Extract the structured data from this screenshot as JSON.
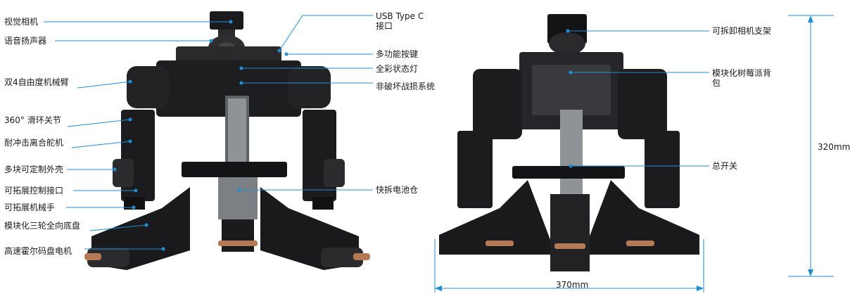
{
  "front_labels": [
    "视觉相机",
    "语音扬声器",
    "双4自由度机械臂",
    "360° 滑环关节",
    "耐冲击离合舵机",
    "多块可定制外壳",
    "可拓展控制接口",
    "可拓展机械手",
    "模块化三轮全向底盘",
    "高速霍尔码盘电机"
  ],
  "front_right_labels": [
    "USB Type C接口",
    "多功能按键",
    "全彩状态灯",
    "非破坏战损系统",
    "快拆电池仓"
  ],
  "back_labels": [
    "可拆卸相机支架",
    "模块化树莓派背包",
    "总开关"
  ],
  "dimensions": {
    "height": "320mm",
    "width": "370mm"
  },
  "colors": {
    "leader": "#1e8fd5",
    "body_dark": "#1b1b1d",
    "body_mid": "#2c2c2f",
    "metal": "#8f9296"
  }
}
